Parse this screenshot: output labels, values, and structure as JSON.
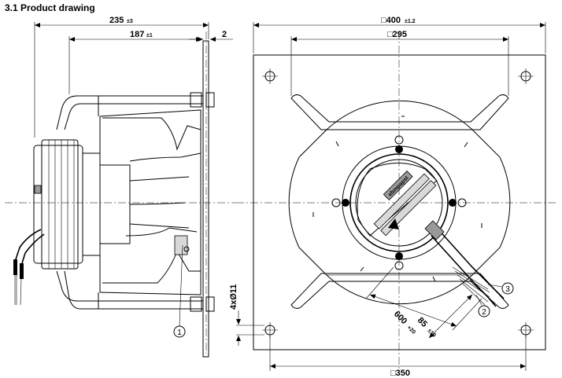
{
  "title": "3.1 Product drawing",
  "side_view": {
    "dim_overall_value": "235",
    "dim_overall_tol": "±3",
    "dim_body_value": "187",
    "dim_body_tol": "±1",
    "dim_plate_value": "2",
    "callout_1": "1"
  },
  "front_view": {
    "dim_plate_square_value": "□400",
    "dim_plate_square_tol": "±1.2",
    "dim_inner_square_value": "□295",
    "dim_hole_square_value": "□350",
    "dim_hole_value": "4xØ11",
    "dim_cable_value": "600",
    "dim_cable_tol": "+20",
    "dim_strip_value": "85",
    "dim_strip_tol": "±10",
    "callout_2": "2",
    "callout_3": "3",
    "brand_text": "ebmpapst"
  }
}
